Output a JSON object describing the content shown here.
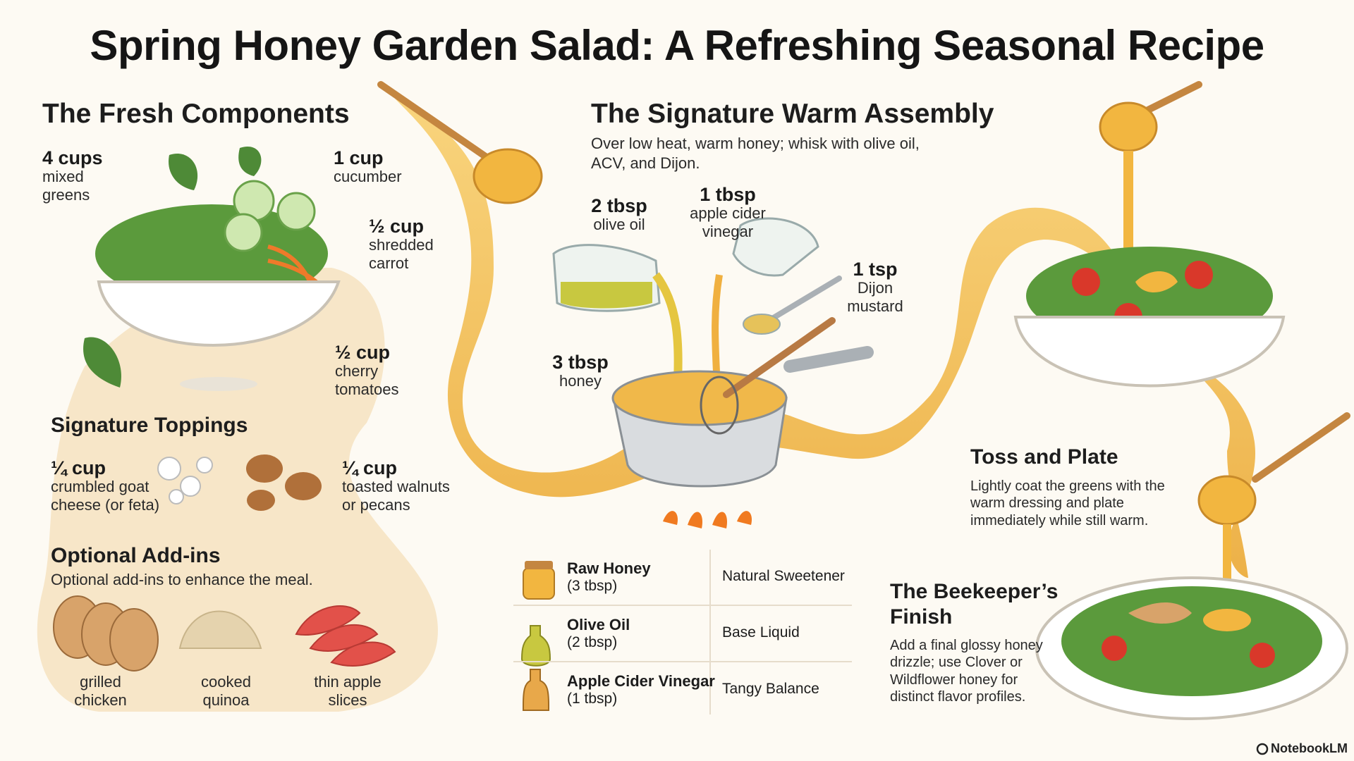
{
  "title": "Spring Honey Garden Salad: A Refreshing Seasonal Recipe",
  "components": {
    "heading": "The Fresh Components",
    "items": [
      {
        "amount": "4 cups",
        "desc": "mixed\ngreens"
      },
      {
        "amount": "1 cup",
        "desc": "cucumber"
      },
      {
        "amount": "½ cup",
        "desc": "shredded\ncarrot"
      },
      {
        "amount": "½ cup",
        "desc": "cherry\ntomatoes"
      }
    ]
  },
  "toppings": {
    "heading": "Signature Toppings",
    "items": [
      {
        "amount": "¼ cup",
        "desc": "crumbled goat\ncheese (or feta)"
      },
      {
        "amount": "¼ cup",
        "desc": "toasted walnuts\nor pecans"
      }
    ]
  },
  "addins": {
    "heading": "Optional Add-ins",
    "text": "Optional add-ins to enhance the meal.",
    "items": [
      "grilled\nchicken",
      "cooked\nquinoa",
      "thin apple\nslices"
    ]
  },
  "assembly": {
    "heading": "The Signature Warm Assembly",
    "text": "Over low heat, warm honey; whisk with olive oil,\nACV, and Dijon.",
    "items": [
      {
        "amount": "2 tbsp",
        "desc": "olive oil"
      },
      {
        "amount": "1 tbsp",
        "desc": "apple cider\nvinegar"
      },
      {
        "amount": "1 tsp",
        "desc": "Dijon\nmustard"
      },
      {
        "amount": "3 tbsp",
        "desc": "honey"
      }
    ]
  },
  "table": [
    {
      "name": "Raw Honey",
      "qty": "(3 tbsp)",
      "desc": "Natural Sweetener",
      "icon": "honey-jar-icon"
    },
    {
      "name": "Olive Oil",
      "qty": "(2 tbsp)",
      "desc": "Base Liquid",
      "icon": "olive-oil-bottle-icon"
    },
    {
      "name": "Apple Cider Vinegar",
      "qty": "(1 tbsp)",
      "desc": "Tangy Balance",
      "icon": "vinegar-bottle-icon"
    }
  ],
  "toss": {
    "heading": "Toss and Plate",
    "text": "Lightly coat the greens with the\nwarm dressing and plate\nimmediately while still warm."
  },
  "finish": {
    "heading": "The Beekeeper’s\nFinish",
    "text": "Add a final glossy honey\ndrizzle; use Clover or\nWildflower honey for\ndistinct flavor profiles."
  },
  "brand": "NotebookLM",
  "colors": {
    "honey": "#f2b640",
    "cream": "#f7e6c8",
    "leaf": "#4e8a37",
    "tomato": "#d9382a"
  }
}
